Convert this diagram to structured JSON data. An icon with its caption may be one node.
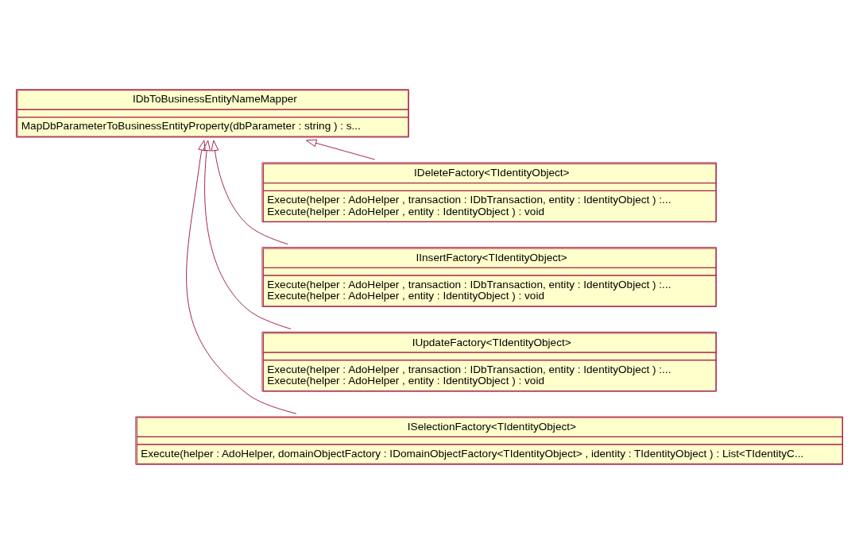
{
  "diagram": {
    "nodes": [
      {
        "text": [
          "IDbToBusinessEntityNameMapper",
          "MapDbParameterToBusinessEntityProperty(dbParameter : string ) : s..."
        ]
      },
      {
        "text": [
          "IDeleteFactory<TIdentityObject>",
          "Execute(helper : AdoHelper , transaction : IDbTransaction, entity : IdentityObject ) :...",
          "Execute(helper : AdoHelper , entity : IdentityObject ) : void"
        ]
      },
      {
        "text": [
          "IInsertFactory<TIdentityObject>",
          "Execute(helper : AdoHelper , transaction : IDbTransaction, entity : IdentityObject ) :...",
          "Execute(helper : AdoHelper , entity : IdentityObject ) : void"
        ]
      },
      {
        "text": [
          "IUpdateFactory<TIdentityObject>",
          "Execute(helper : AdoHelper , transaction : IDbTransaction, entity : IdentityObject ) :...",
          "Execute(helper : AdoHelper , entity : IdentityObject ) : void"
        ]
      },
      {
        "text": [
          "ISelectionFactory<TIdentityObject>",
          "Execute(helper : AdoHelper, domainObjectFactory : IDomainObjectFactory<TIdentityObject> , identity : TIdentityObject ) : List<TIdentityC..."
        ]
      }
    ],
    "edges": [
      {
        "from": 1,
        "to": 0,
        "arrow": "to"
      },
      {
        "from": 2,
        "to": 0,
        "arrow": "to"
      },
      {
        "from": 3,
        "to": 0,
        "arrow": "to"
      },
      {
        "from": 4,
        "to": 0,
        "arrow": "to"
      }
    ]
  }
}
